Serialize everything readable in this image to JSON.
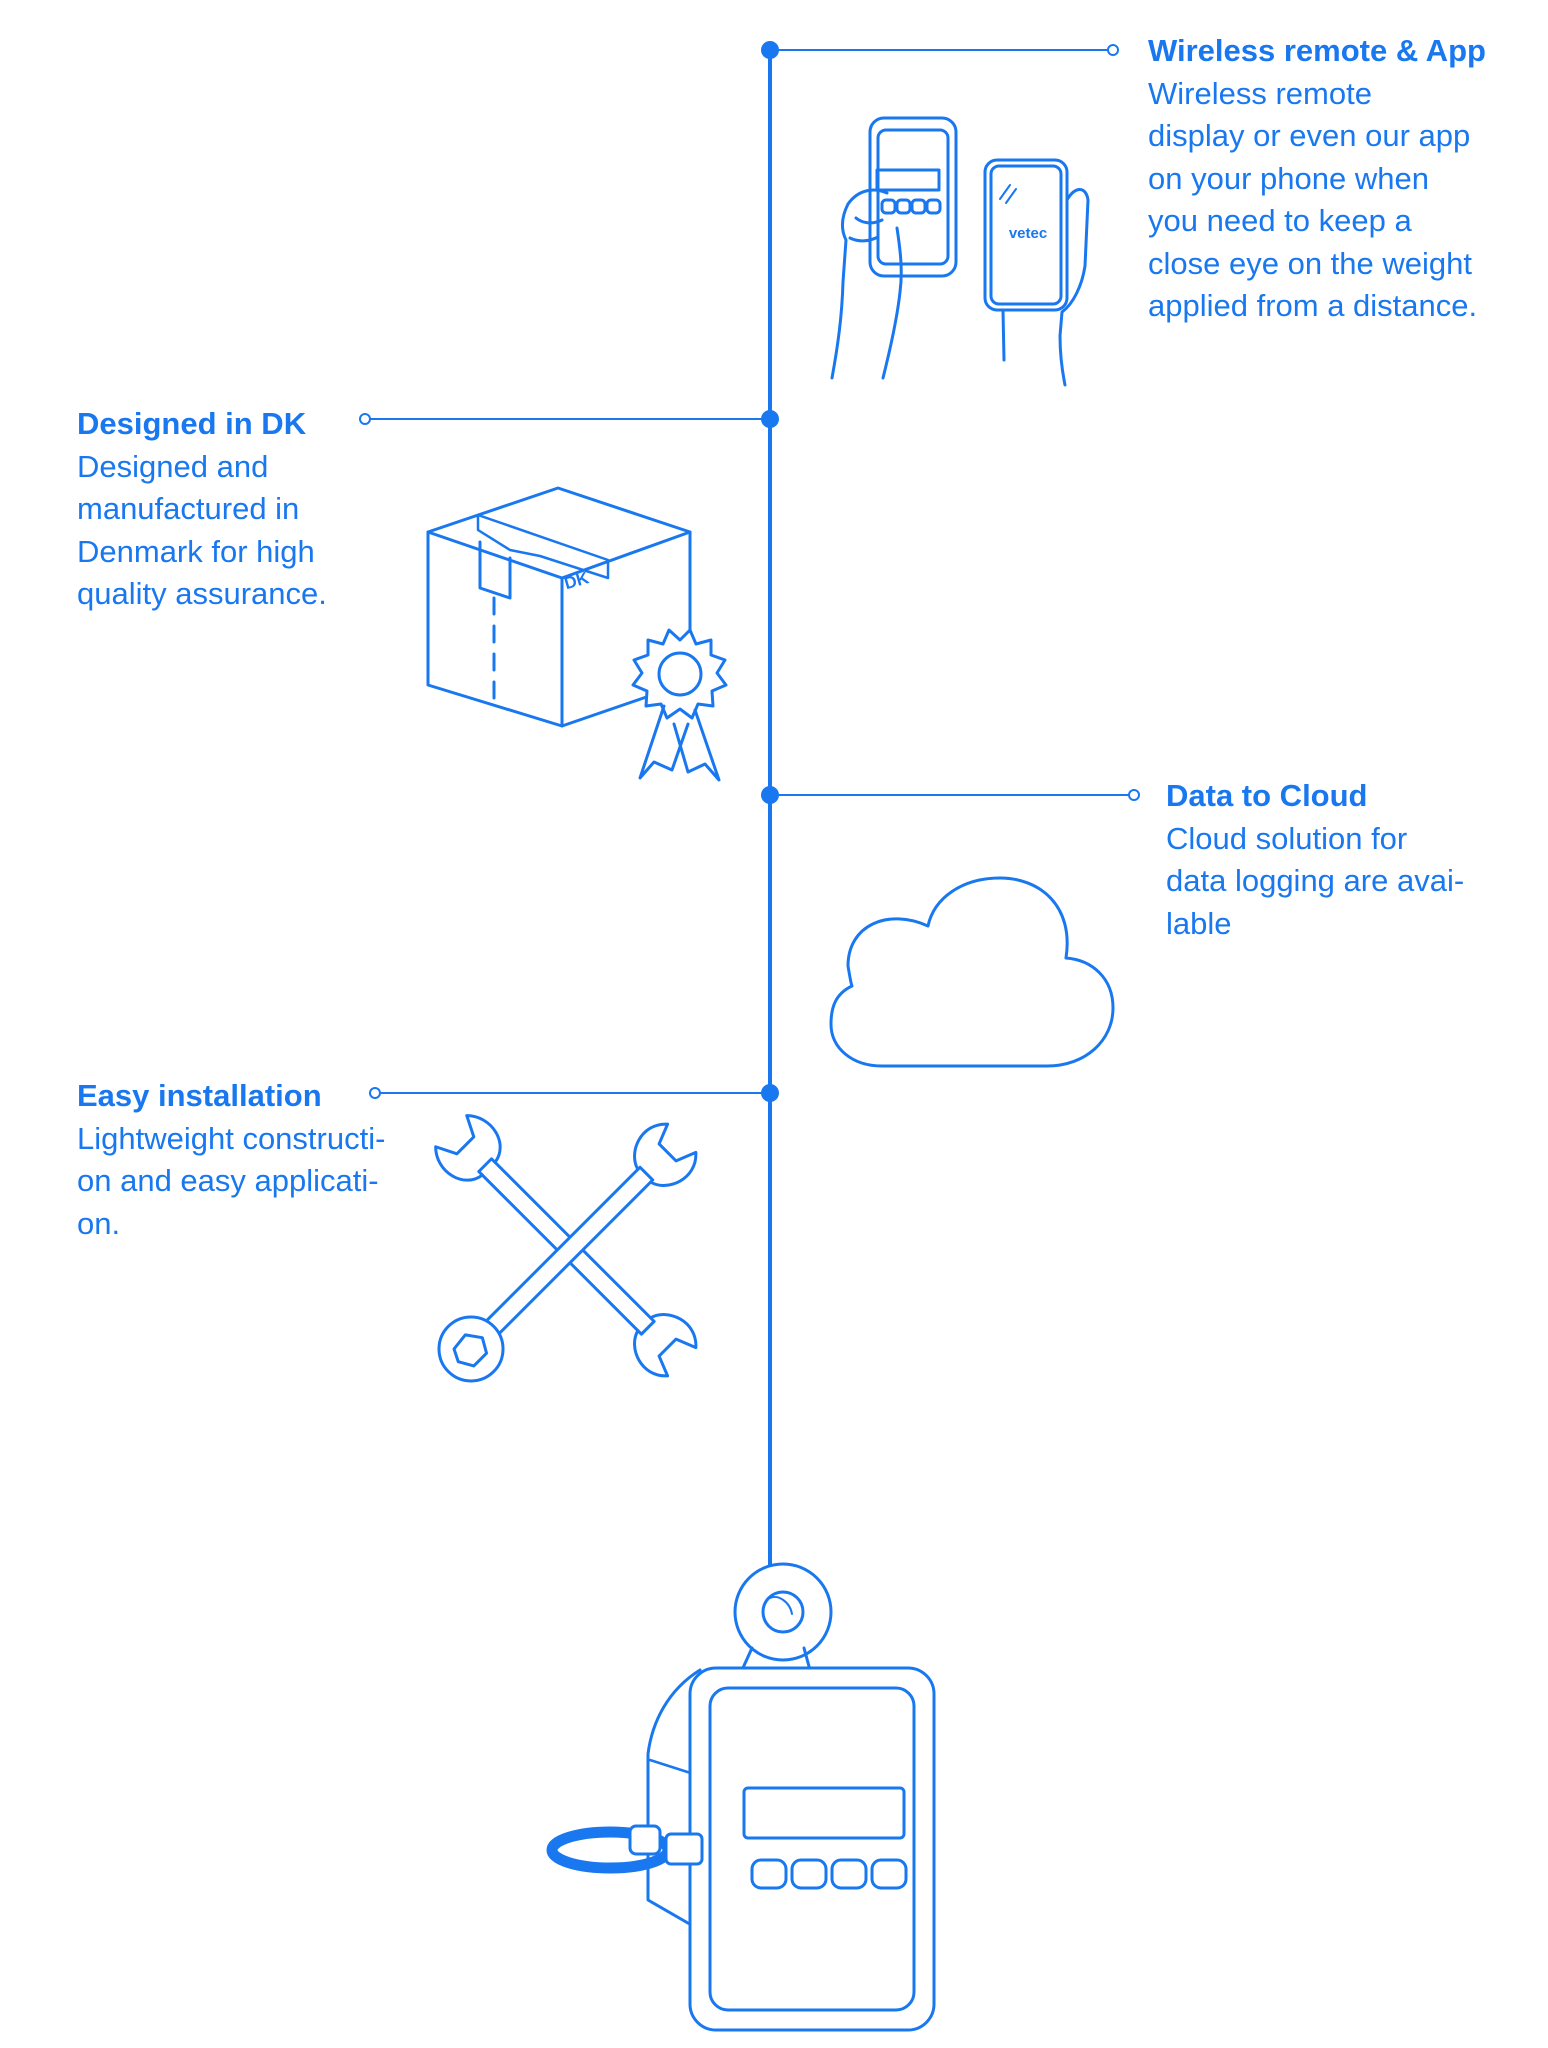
{
  "colors": {
    "accent": "#1978f0"
  },
  "features": [
    {
      "title": "Wireless remote & App",
      "description": " Wireless remote\ndisplay or even our app\non your phone when\nyou need to keep a\nclose eye on the weight\napplied from a distance.",
      "icon": "remote-and-phone-icon"
    },
    {
      "title": "Designed in DK",
      "description": "Designed and\nmanufactured in\nDenmark for high\nquality assurance.",
      "icon": "box-with-badge-icon"
    },
    {
      "title": "Data to Cloud",
      "description": "Cloud solution for\ndata logging are avai-\nlable",
      "icon": "cloud-icon"
    },
    {
      "title": "Easy installation",
      "description": "Lightweight constructi-\non and easy applicati-\non.",
      "icon": "crossed-wrenches-icon"
    }
  ],
  "illustrations": {
    "phone_brand": "vetec",
    "box_label": "DK",
    "device": "crane-scale-icon"
  }
}
